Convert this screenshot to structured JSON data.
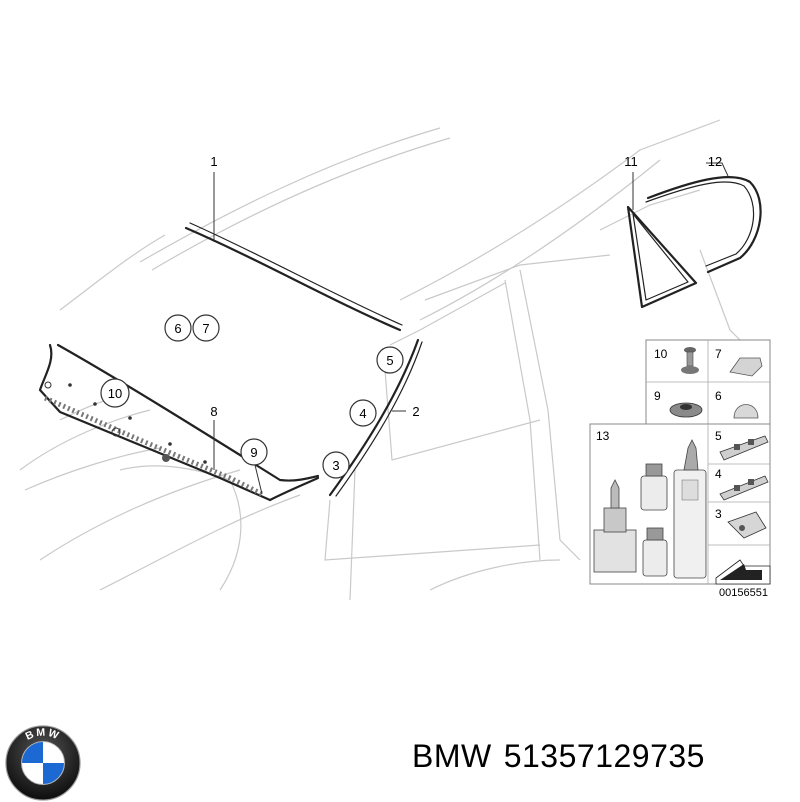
{
  "diagram": {
    "callouts": {
      "c1": "1",
      "c2": "2",
      "c3": "3",
      "c4": "4",
      "c5": "5",
      "c6": "6",
      "c7": "7",
      "c8": "8",
      "c9": "9",
      "c10": "10",
      "c11": "11",
      "c12": "12"
    },
    "inset": {
      "k10": "10",
      "k7": "7",
      "k9": "9",
      "k6": "6",
      "k13": "13",
      "k5": "5",
      "k4": "4",
      "k3": "3"
    },
    "drawing_number": "00156551"
  },
  "brand": {
    "logo_text": "BMW",
    "name": "BMW",
    "part_number": "51357129735",
    "colors": {
      "blue": "#1c69d4",
      "black": "#111111",
      "white": "#ffffff"
    }
  }
}
